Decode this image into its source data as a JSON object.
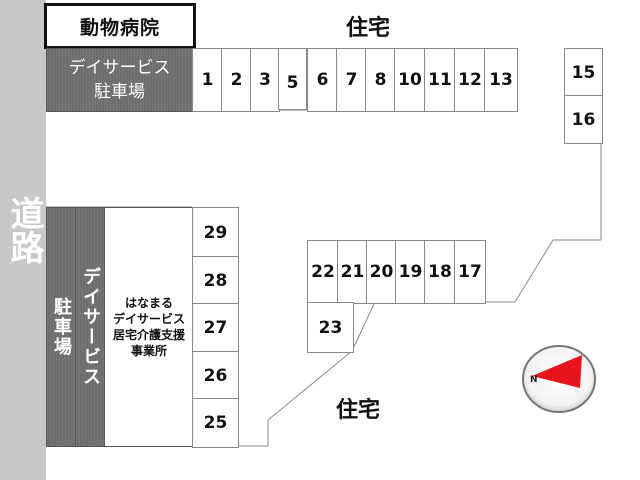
{
  "road": {
    "label": "道路"
  },
  "vet_clinic": {
    "label": "動物病院"
  },
  "housing": {
    "top_label": "住宅",
    "bottom_label": "住宅"
  },
  "day_service_parking_top": {
    "line1": "デイサービス",
    "line2": "駐車場"
  },
  "day_service_parking_left": {
    "parking_label": "駐車場",
    "service_label": "デイサービス"
  },
  "hanamaru": {
    "line1": "はなまる",
    "line2": "デイサービス",
    "line3": "居宅介護支援",
    "line4": "事業所"
  },
  "parking_slots": {
    "top_row": [
      "1",
      "2",
      "3",
      "5",
      "6",
      "7",
      "8",
      "10",
      "11",
      "12",
      "13"
    ],
    "right_column": [
      "15",
      "16"
    ],
    "middle_row": [
      "22",
      "21",
      "20",
      "19",
      "18",
      "17"
    ],
    "middle_extra": "23",
    "left_column": [
      "29",
      "28",
      "27",
      "26",
      "25"
    ]
  },
  "compass": {
    "marker": "N",
    "accent_color": "#e8141e"
  },
  "colors": {
    "road": "#c8c8c8",
    "service_block": "#6e6e6e"
  }
}
